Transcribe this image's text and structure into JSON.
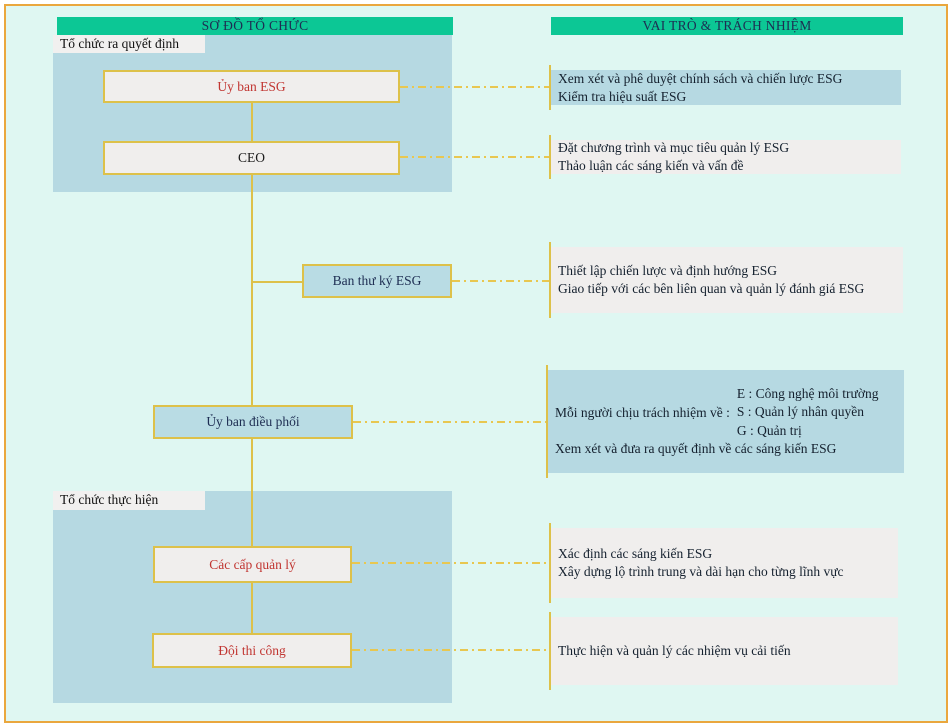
{
  "headers": {
    "org_chart": "SƠ ĐỒ TỔ CHỨC",
    "roles": "VAI TRÒ & TRÁCH NHIỆM"
  },
  "org_chart": {
    "groups": {
      "decision": "Tổ chức ra quyết định",
      "execution": "Tổ chức thực hiện"
    },
    "nodes": {
      "esg_committee": "Ủy ban ESG",
      "ceo": "CEO",
      "esg_secretariat": "Ban thư ký ESG",
      "coordination_committee": "Ủy ban điều phối",
      "management_levels": "Các cấp quản lý",
      "construction_team": "Đội thi công"
    }
  },
  "responsibilities": {
    "esg_committee": [
      "Xem xét và phê duyệt chính sách và chiến lược ESG",
      "Kiểm tra hiệu suất ESG"
    ],
    "ceo": [
      "Đặt chương trình và mục tiêu quản lý ESG",
      "Thảo luận các sáng kiến và vấn đề"
    ],
    "esg_secretariat": [
      "Thiết lập chiến lược và định hướng ESG",
      "Giao tiếp với các bên liên quan và quản lý đánh giá ESG"
    ],
    "coordination_committee": {
      "prefix": "Mỗi người chịu trách nhiệm về :",
      "areas": [
        "E : Công nghệ môi trường",
        "S : Quản lý nhân quyền",
        "G : Quản trị"
      ],
      "footer": "Xem xét và đưa ra quyết định về các sáng kiến ESG"
    },
    "management_levels": [
      "Xác định các sáng kiến ESG",
      "Xây dựng lộ trình trung và dài hạn cho từng lĩnh vực"
    ],
    "construction_team": [
      "Thực hiện và quản lý các nhiệm vụ cải tiến"
    ]
  },
  "colors": {
    "header-green": "#0cc795",
    "panel-blue": "#b6d9e2",
    "node-blue": "#b9dce4",
    "gold": "#ddc14a",
    "gold-dash": "#e8c750",
    "frame-orange": "#eaa73e",
    "mint-bg": "#dff7f2",
    "block-gray": "#f0eeed",
    "red-text": "#c13531",
    "navy-text": "#1d2d52",
    "dark-text": "#14202e"
  }
}
